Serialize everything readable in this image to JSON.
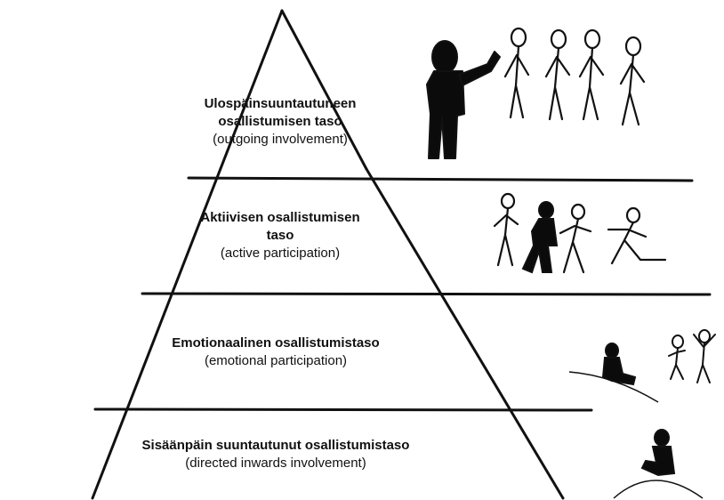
{
  "levels": [
    {
      "id": "outgoing",
      "fi_line1": "Ulospäinsuuntautuneen",
      "fi_line2": "osallistumisen taso",
      "en": "(outgoing involvement)"
    },
    {
      "id": "active",
      "fi_line1": "Aktiivisen osallistumisen",
      "fi_line2": "taso",
      "en": "(active participation)"
    },
    {
      "id": "emotional",
      "fi_line1": "Emotionaalinen osallistumistaso",
      "en": "(emotional participation)"
    },
    {
      "id": "inward",
      "fi_line1": "Sisäänpäin suuntautunut osallistumistaso",
      "en": "(directed inwards involvement)"
    }
  ],
  "colors": {
    "line": "#111111",
    "figure_fill": "#0b0b0b",
    "figure_stroke": "#111111"
  },
  "icons": [
    "leader-figure-icon",
    "stick-figure-icon",
    "walking-figure-icon",
    "sitting-figure-icon",
    "dancing-figure-icon"
  ]
}
